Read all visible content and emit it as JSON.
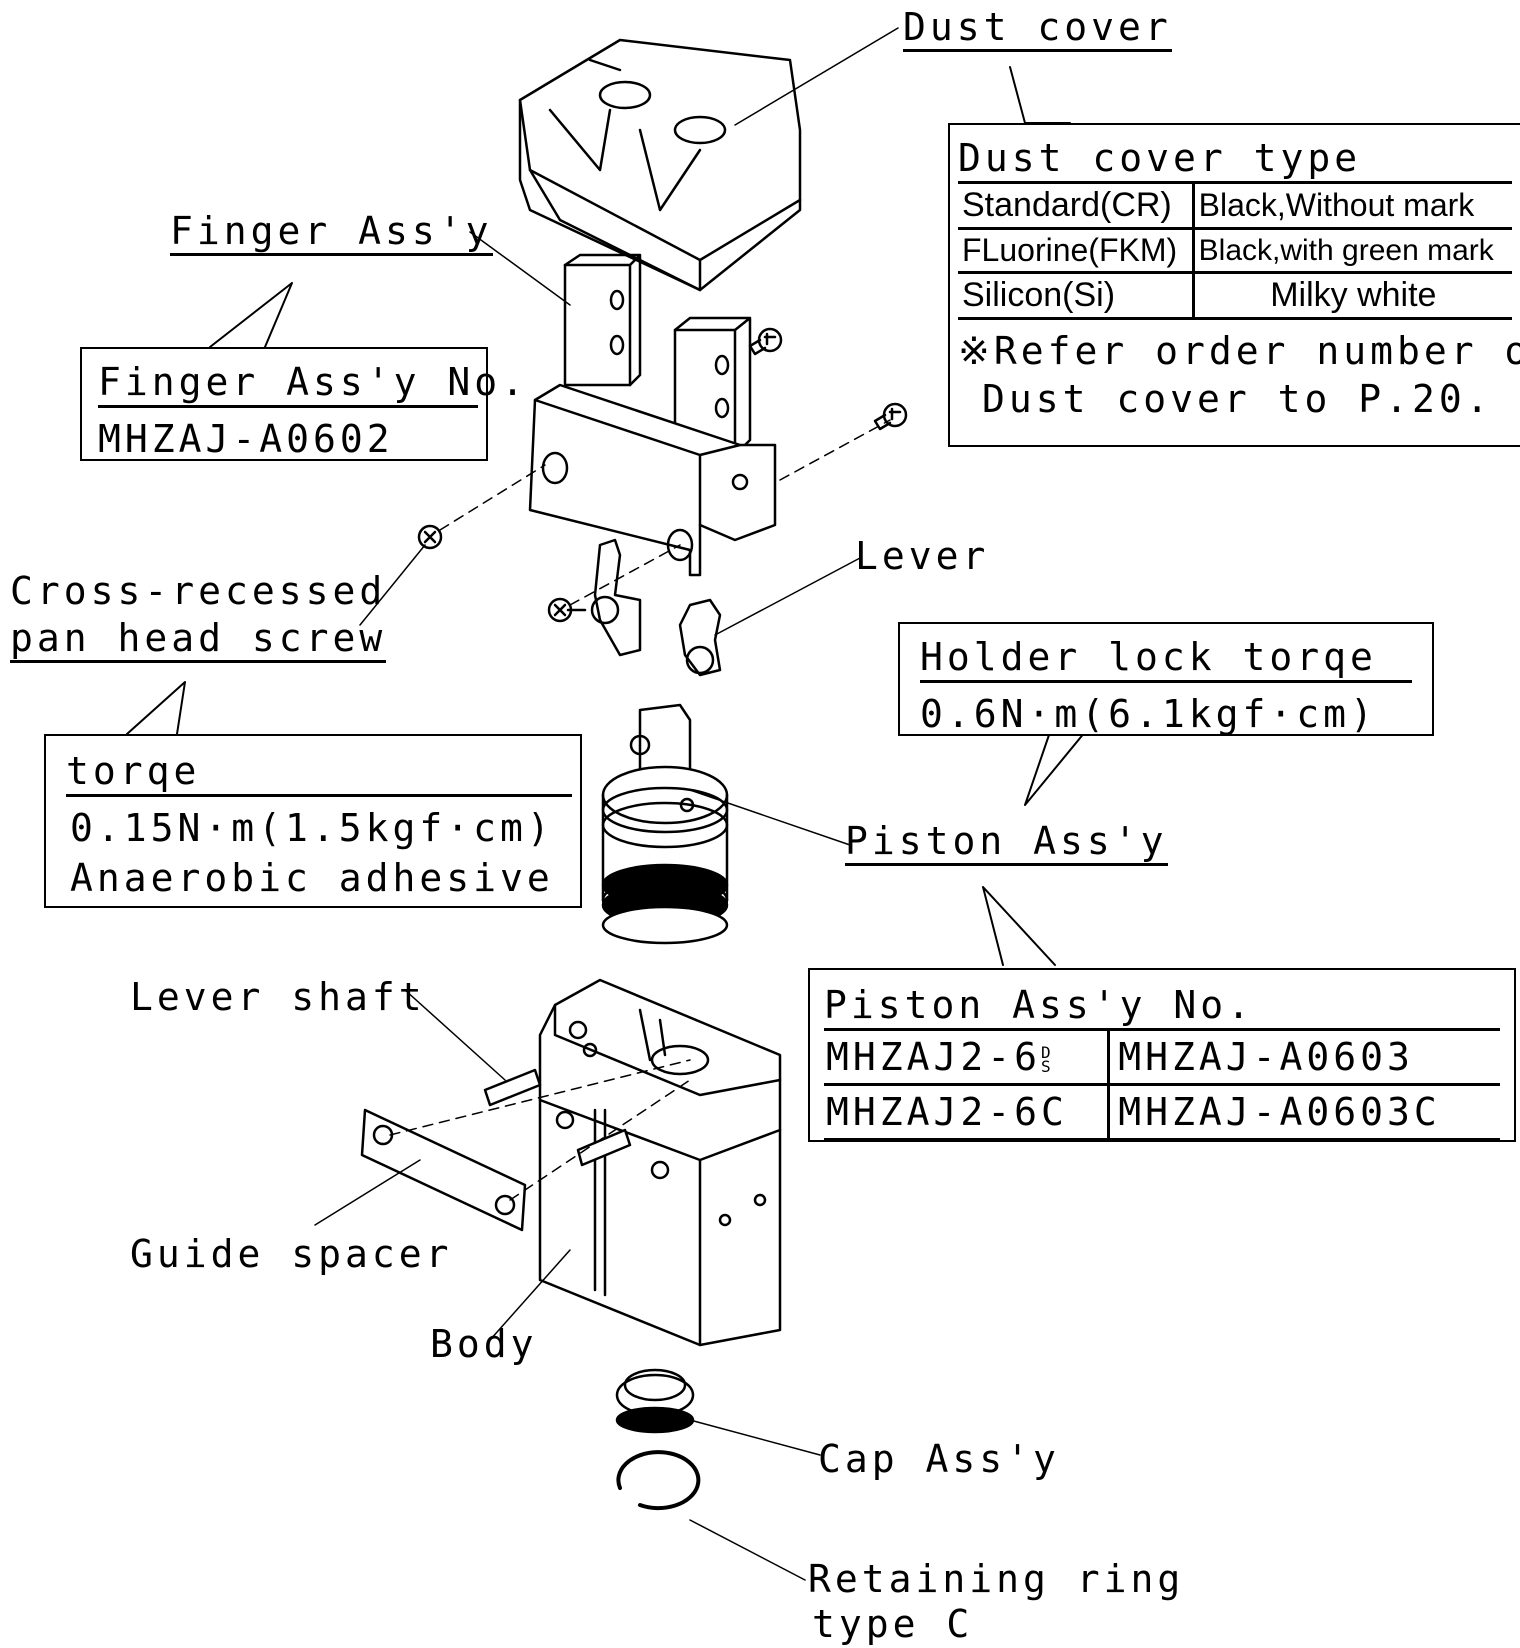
{
  "labels": {
    "dust_cover": "Dust cover",
    "finger_assy": "Finger Ass'y",
    "lever": "Lever",
    "screw_line1": "Cross-recessed",
    "screw_line2": "pan head screw",
    "piston_assy": "Piston Ass'y",
    "lever_shaft": "Lever shaft",
    "guide_spacer": "Guide spacer",
    "body": "Body",
    "cap_assy": "Cap Ass'y",
    "ring_line1": "Retaining ring",
    "ring_line2": "type C"
  },
  "dust_cover_box": {
    "title": "Dust cover type",
    "rows": [
      {
        "type": "Standard(CR)",
        "desc": "Black,Without mark"
      },
      {
        "type": "FLuorine(FKM)",
        "desc": "Black,with green mark"
      },
      {
        "type": "Silicon(Si)",
        "desc": "Milky white"
      }
    ],
    "note_line1": "※Refer order number of",
    "note_line2": "Dust cover to P.20."
  },
  "finger_box": {
    "title": "Finger Ass'y No.",
    "value": "MHZAJ-A0602"
  },
  "holder_box": {
    "title": "Holder lock torqe",
    "value": "0.6N·m(6.1kgf·cm)"
  },
  "torque_box": {
    "title": "torqe",
    "value": "0.15N·m(1.5kgf·cm)",
    "note": "Anaerobic adhesive"
  },
  "piston_box": {
    "title": "Piston Ass'y No.",
    "rows": [
      {
        "model": "MHZAJ2-6",
        "sup": "D",
        "sub": "S",
        "part": "MHZAJ-A0603"
      },
      {
        "model": "MHZAJ2-6C",
        "sup": "",
        "sub": "",
        "part": "MHZAJ-A0603C"
      }
    ]
  }
}
